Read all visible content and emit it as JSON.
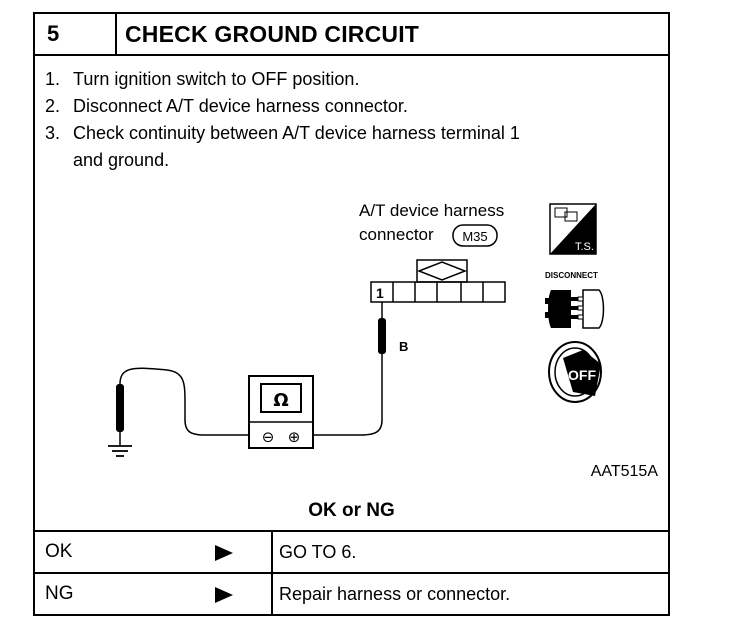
{
  "header": {
    "step_number": "5",
    "title": "CHECK GROUND CIRCUIT"
  },
  "steps": [
    {
      "num": "1.",
      "text": "Turn ignition switch to OFF position."
    },
    {
      "num": "2.",
      "text": "Disconnect A/T device harness connector."
    },
    {
      "num": "3.",
      "text": "Check continuity between A/T device harness terminal 1"
    },
    {
      "num": "",
      "text": "and ground."
    }
  ],
  "diagram": {
    "connector_label_line1": "A/T device harness",
    "connector_label_line2": "connector",
    "connector_code": "M35",
    "terminal_number": "1",
    "wire_color": "B",
    "meter_symbol": "Ω",
    "meter_minus": "⊖",
    "meter_plus": "⊕",
    "ts_text": "T.S.",
    "disconnect_text": "DISCONNECT",
    "off_text": "OFF",
    "figure_code": "AAT515A"
  },
  "result_heading": "OK or NG",
  "results": [
    {
      "status": "OK",
      "action": "GO TO 6."
    },
    {
      "status": "NG",
      "action": "Repair harness or connector."
    }
  ]
}
